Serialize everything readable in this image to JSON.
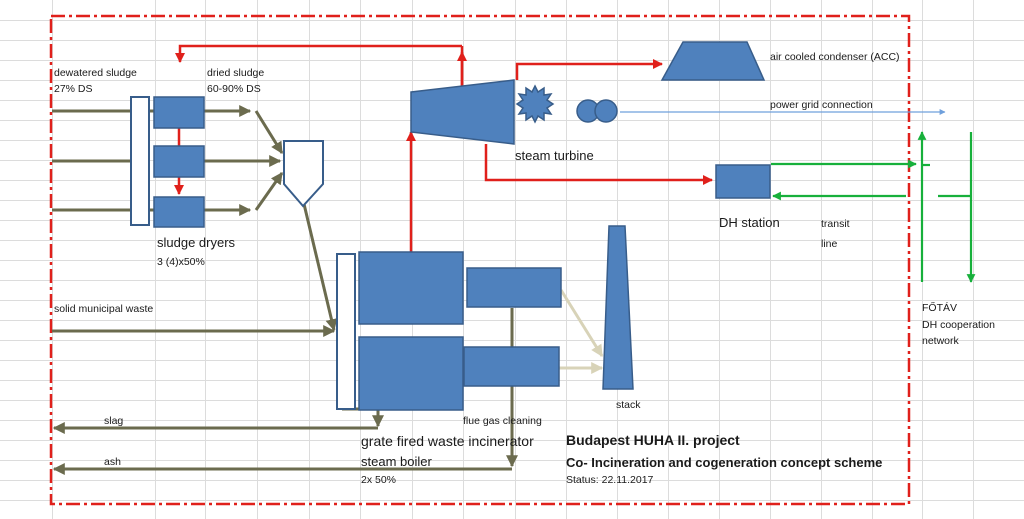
{
  "labels": {
    "dewatered_sludge": "dewatered sludge",
    "dewatered_ds": "27% DS",
    "dried_sludge": "dried sludge",
    "dried_ds": "60-90% DS",
    "air_cooled_condenser": "air cooled condenser (ACC)",
    "power_grid": "power grid connection",
    "steam_turbine": "steam turbine",
    "dh_station": "DH station",
    "transit": "transit",
    "line": "line",
    "sludge_dryers": "sludge dryers",
    "sludge_dryers_count": "3 (4)x50%",
    "solid_municipal_waste": "solid municipal waste",
    "fotav": "FŐTÁV",
    "dh_cooperation": "DH cooperation",
    "network": "network",
    "stack": "stack",
    "flue_gas_cleaning": "flue gas cleaning",
    "slag": "slag",
    "ash": "ash",
    "grate_fired": "grate fired waste incinerator",
    "steam_boiler": "steam boiler",
    "boiler_count": "2x 50%"
  },
  "title_block": {
    "project": "Budapest HUHA II. project",
    "subtitle": "Co- Incineration and cogeneration concept scheme",
    "status": "Status: 22.11.2017"
  },
  "colors": {
    "equipment_fill": "#4f81bd",
    "equipment_stroke": "#385d8a",
    "steam_line": "#e0201b",
    "district_heating": "#17b03b",
    "material_flow": "#6b6b4e",
    "flue_gas": "#d8d3b8",
    "power_line": "#6fa0dc",
    "boundary": "#e0201b"
  }
}
